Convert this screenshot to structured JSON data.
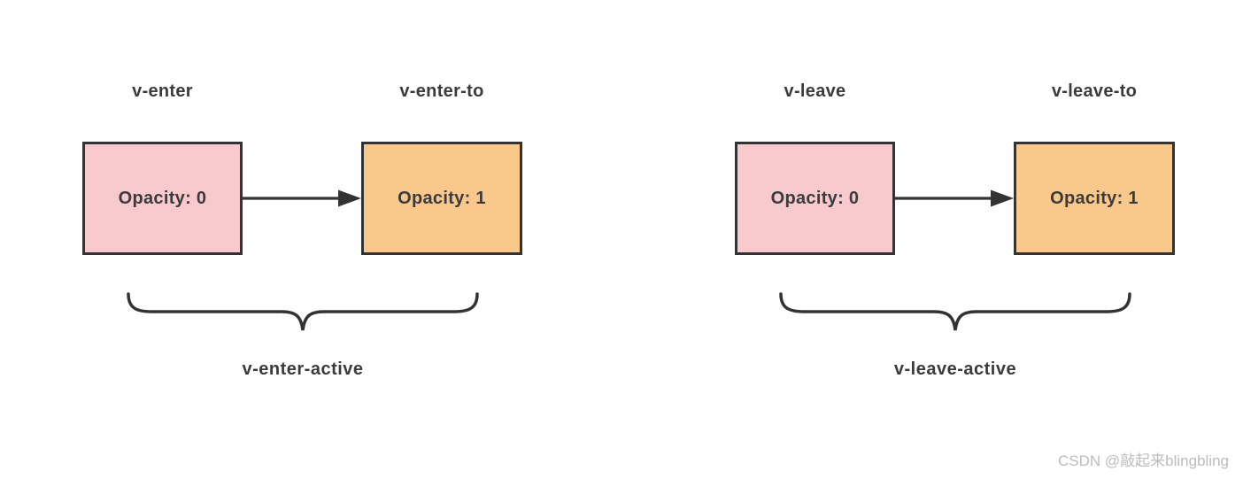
{
  "theme": {
    "background": "#ffffff",
    "box_border": "#333333",
    "pink_fill": "#f8c9cd",
    "orange_fill": "#fbc88c",
    "line_color": "#333333",
    "label_color": "#3b3b3b",
    "watermark_color": "#bcbcbc"
  },
  "groups": [
    {
      "start_state_label": "v-enter",
      "end_state_label": "v-enter-to",
      "start_box_value": "Opacity: 0",
      "end_box_value": "Opacity: 1",
      "active_label": "v-enter-active"
    },
    {
      "start_state_label": "v-leave",
      "end_state_label": "v-leave-to",
      "start_box_value": "Opacity: 0",
      "end_box_value": "Opacity: 1",
      "active_label": "v-leave-active"
    }
  ],
  "watermark": "CSDN @敲起来blingbling"
}
